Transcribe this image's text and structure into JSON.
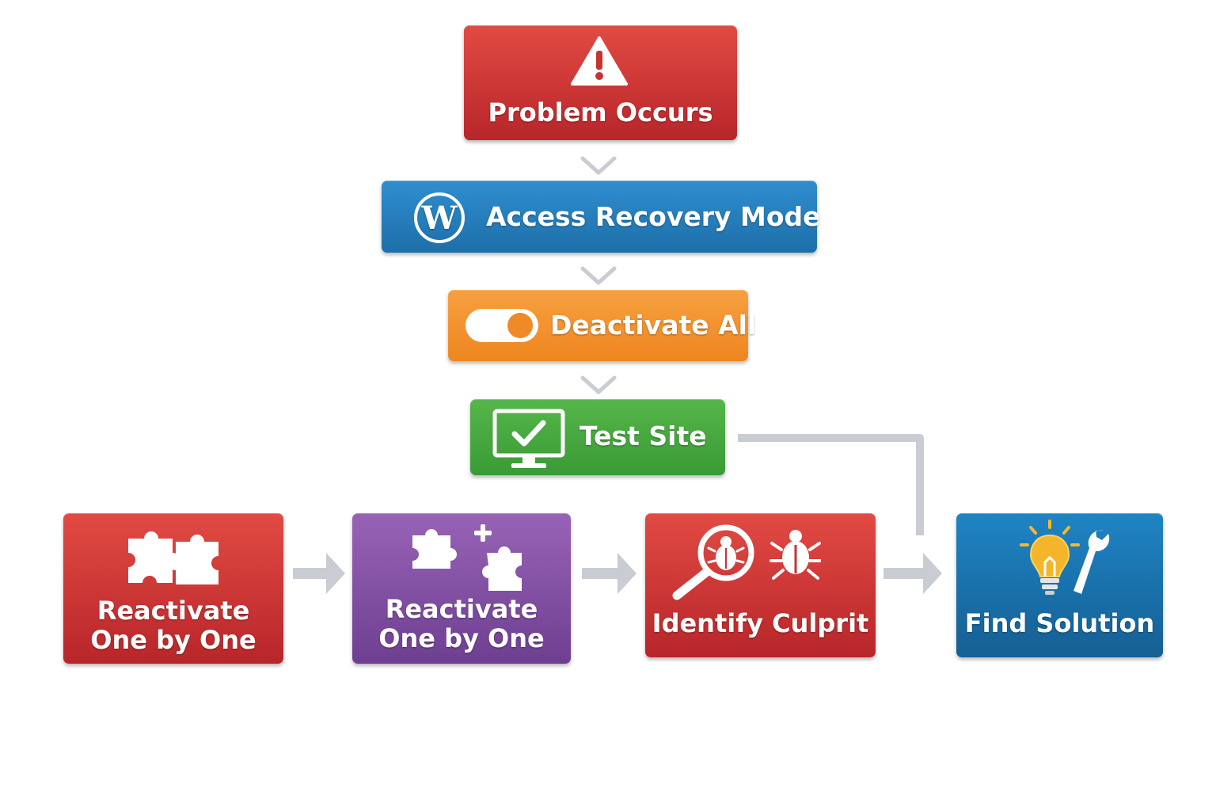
{
  "steps": {
    "problem": {
      "label": "Problem Occurs",
      "icon": "warning-icon"
    },
    "recovery": {
      "label": "Access Recovery Mode",
      "icon": "wordpress-icon"
    },
    "deactivate": {
      "label": "Deactivate All",
      "icon": "toggle-switch-icon"
    },
    "test": {
      "label": "Test Site",
      "icon": "monitor-check-icon"
    },
    "reactivate_a": {
      "line1": "Reactivate",
      "line2": "One by One",
      "icon": "puzzle-pieces-icon"
    },
    "reactivate_b": {
      "line1": "Reactivate",
      "line2": "One by One",
      "icon": "puzzle-plus-icon"
    },
    "identify": {
      "label": "Identify Culprit",
      "icon": "magnifier-bug-icon"
    },
    "solution": {
      "label": "Find Solution",
      "icon": "lightbulb-wrench-icon"
    }
  },
  "colors": {
    "red": "#c8322f",
    "blue": "#2683c3",
    "orange": "#f39530",
    "green": "#48a840",
    "purple": "#82509f",
    "navy": "#1a73ad",
    "connector": "#c9ccd2"
  }
}
